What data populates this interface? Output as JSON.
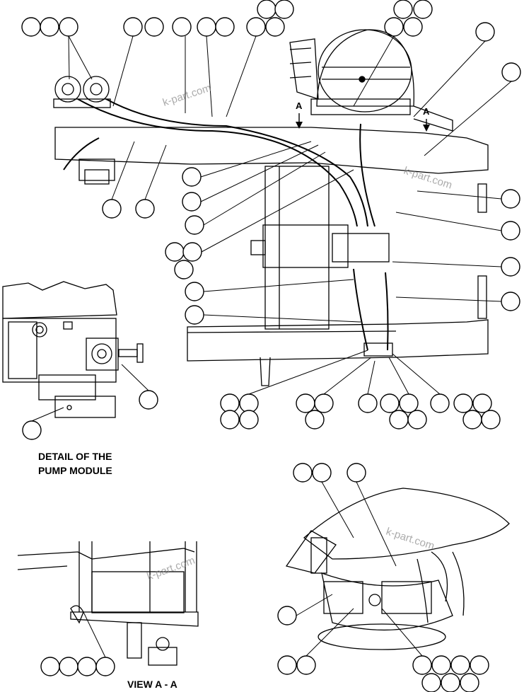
{
  "captions": {
    "detail_line1": "DETAIL OF THE",
    "detail_line2": "PUMP MODULE",
    "view": "VIEW A - A"
  },
  "section_markers": {
    "left": "A",
    "right": "A"
  },
  "watermarks": [
    "k-part.com",
    "k-part.com",
    "k-part.com",
    "k-part.com"
  ],
  "colors": {
    "line": "#000000",
    "background": "#ffffff",
    "watermark": "#888888"
  }
}
